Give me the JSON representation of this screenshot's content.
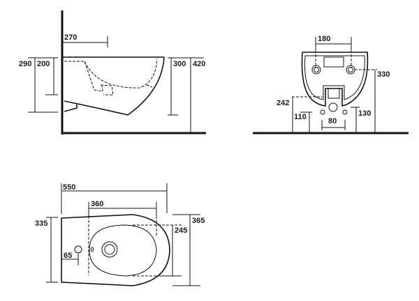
{
  "side_view": {
    "d270": "270",
    "d290": "290",
    "d200": "200",
    "d300": "300",
    "d420": "420"
  },
  "front_view": {
    "d180": "180",
    "d330": "330",
    "d242": "242",
    "d110": "110",
    "d130": "130",
    "d80": "80"
  },
  "top_view": {
    "d550": "550",
    "d360": "360",
    "d335": "335",
    "d365": "365",
    "d245": "245",
    "d65": "65"
  }
}
